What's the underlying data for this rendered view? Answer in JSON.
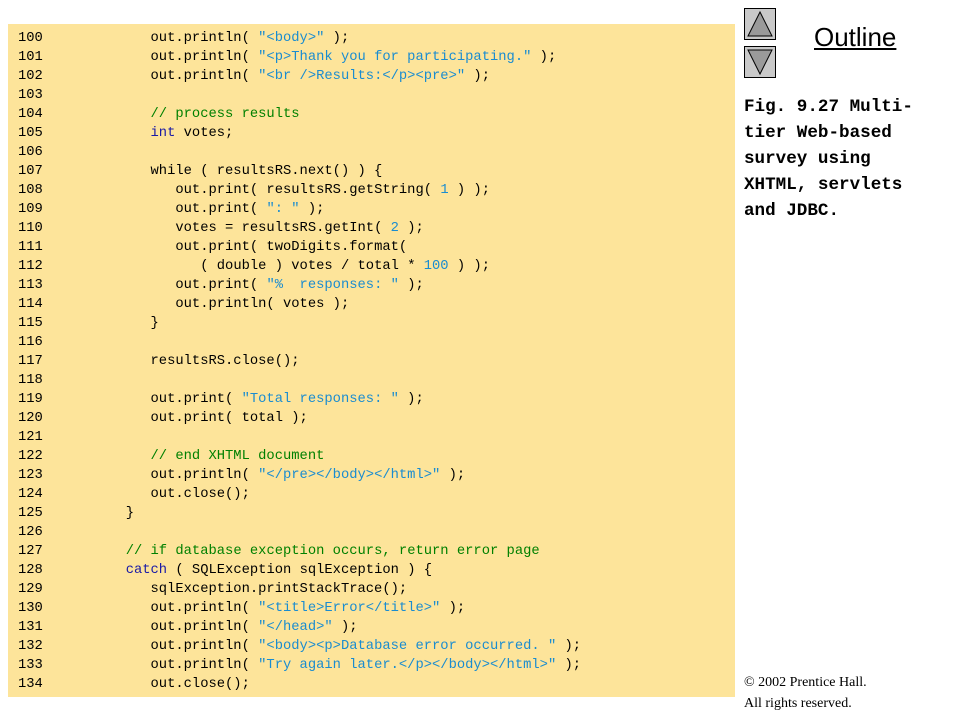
{
  "sidebar": {
    "outline_label": "Outline",
    "caption_lines": [
      "Fig. 9.27 Multi-",
      "tier Web-based",
      "survey using",
      "XHTML, servlets",
      "and JDBC."
    ],
    "copyright_lines": [
      "© 2002 Prentice Hall.",
      "All rights reserved."
    ],
    "up_icon": "triangle-up-icon",
    "down_icon": "triangle-down-icon"
  },
  "code_lines": [
    {
      "n": "100",
      "indent": "   ",
      "segs": [
        [
          "p",
          "out.println( "
        ],
        [
          "s",
          "\"<body>\""
        ],
        [
          "p",
          " );"
        ]
      ]
    },
    {
      "n": "101",
      "indent": "   ",
      "segs": [
        [
          "p",
          "out.println( "
        ],
        [
          "s",
          "\"<p>Thank you for participating.\""
        ],
        [
          "p",
          " );"
        ]
      ]
    },
    {
      "n": "102",
      "indent": "   ",
      "segs": [
        [
          "p",
          "out.println( "
        ],
        [
          "s",
          "\"<br />Results:</p><pre>\""
        ],
        [
          "p",
          " );"
        ]
      ]
    },
    {
      "n": "103",
      "indent": "",
      "segs": []
    },
    {
      "n": "104",
      "indent": "   ",
      "segs": [
        [
          "c",
          "// process results"
        ]
      ]
    },
    {
      "n": "105",
      "indent": "   ",
      "segs": [
        [
          "k",
          "int"
        ],
        [
          "p",
          " votes;"
        ]
      ]
    },
    {
      "n": "106",
      "indent": "",
      "segs": []
    },
    {
      "n": "107",
      "indent": "   ",
      "segs": [
        [
          "p",
          "while ( resultsRS.next() ) {"
        ]
      ]
    },
    {
      "n": "108",
      "indent": "      ",
      "segs": [
        [
          "p",
          "out.print( resultsRS.getString( "
        ],
        [
          "d",
          "1"
        ],
        [
          "p",
          " ) );"
        ]
      ]
    },
    {
      "n": "109",
      "indent": "      ",
      "segs": [
        [
          "p",
          "out.print( "
        ],
        [
          "s",
          "\": \""
        ],
        [
          "p",
          " );"
        ]
      ]
    },
    {
      "n": "110",
      "indent": "      ",
      "segs": [
        [
          "p",
          "votes = resultsRS.getInt( "
        ],
        [
          "d",
          "2"
        ],
        [
          "p",
          " );"
        ]
      ]
    },
    {
      "n": "111",
      "indent": "      ",
      "segs": [
        [
          "p",
          "out.print( twoDigits.format("
        ]
      ]
    },
    {
      "n": "112",
      "indent": "         ",
      "segs": [
        [
          "p",
          "( double ) votes / total * "
        ],
        [
          "d",
          "100"
        ],
        [
          "p",
          " ) );"
        ]
      ]
    },
    {
      "n": "113",
      "indent": "      ",
      "segs": [
        [
          "p",
          "out.print( "
        ],
        [
          "s",
          "\"%  responses: \""
        ],
        [
          "p",
          " );"
        ]
      ]
    },
    {
      "n": "114",
      "indent": "      ",
      "segs": [
        [
          "p",
          "out.println( votes );"
        ]
      ]
    },
    {
      "n": "115",
      "indent": "   ",
      "segs": [
        [
          "p",
          "}"
        ]
      ]
    },
    {
      "n": "116",
      "indent": "",
      "segs": []
    },
    {
      "n": "117",
      "indent": "   ",
      "segs": [
        [
          "p",
          "resultsRS.close();"
        ]
      ]
    },
    {
      "n": "118",
      "indent": "",
      "segs": []
    },
    {
      "n": "119",
      "indent": "   ",
      "segs": [
        [
          "p",
          "out.print( "
        ],
        [
          "s",
          "\"Total responses: \""
        ],
        [
          "p",
          " );"
        ]
      ]
    },
    {
      "n": "120",
      "indent": "   ",
      "segs": [
        [
          "p",
          "out.print( total );"
        ]
      ]
    },
    {
      "n": "121",
      "indent": "",
      "segs": []
    },
    {
      "n": "122",
      "indent": "   ",
      "segs": [
        [
          "c",
          "// end XHTML document"
        ]
      ]
    },
    {
      "n": "123",
      "indent": "   ",
      "segs": [
        [
          "p",
          "out.println( "
        ],
        [
          "s",
          "\"</pre></body></html>\""
        ],
        [
          "p",
          " );"
        ]
      ]
    },
    {
      "n": "124",
      "indent": "   ",
      "segs": [
        [
          "p",
          "out.close();"
        ]
      ]
    },
    {
      "n": "125",
      "indent": "",
      "segs": [
        [
          "p",
          "}"
        ]
      ]
    },
    {
      "n": "126",
      "indent": "",
      "segs": []
    },
    {
      "n": "127",
      "indent": "",
      "segs": [
        [
          "c",
          "// if database exception occurs, return error page"
        ]
      ]
    },
    {
      "n": "128",
      "indent": "",
      "segs": [
        [
          "k",
          "catch"
        ],
        [
          "p",
          " ( SQLException sqlException ) {"
        ]
      ]
    },
    {
      "n": "129",
      "indent": "   ",
      "segs": [
        [
          "p",
          "sqlException.printStackTrace();"
        ]
      ]
    },
    {
      "n": "130",
      "indent": "   ",
      "segs": [
        [
          "p",
          "out.println( "
        ],
        [
          "s",
          "\"<title>Error</title>\""
        ],
        [
          "p",
          " );"
        ]
      ]
    },
    {
      "n": "131",
      "indent": "   ",
      "segs": [
        [
          "p",
          "out.println( "
        ],
        [
          "s",
          "\"</head>\""
        ],
        [
          "p",
          " );"
        ]
      ]
    },
    {
      "n": "132",
      "indent": "   ",
      "segs": [
        [
          "p",
          "out.println( "
        ],
        [
          "s",
          "\"<body><p>Database error occurred. \""
        ],
        [
          "p",
          " );"
        ]
      ]
    },
    {
      "n": "133",
      "indent": "   ",
      "segs": [
        [
          "p",
          "out.println( "
        ],
        [
          "s",
          "\"Try again later.</p></body></html>\""
        ],
        [
          "p",
          " );"
        ]
      ]
    },
    {
      "n": "134",
      "indent": "   ",
      "segs": [
        [
          "p",
          "out.close();"
        ]
      ]
    }
  ]
}
